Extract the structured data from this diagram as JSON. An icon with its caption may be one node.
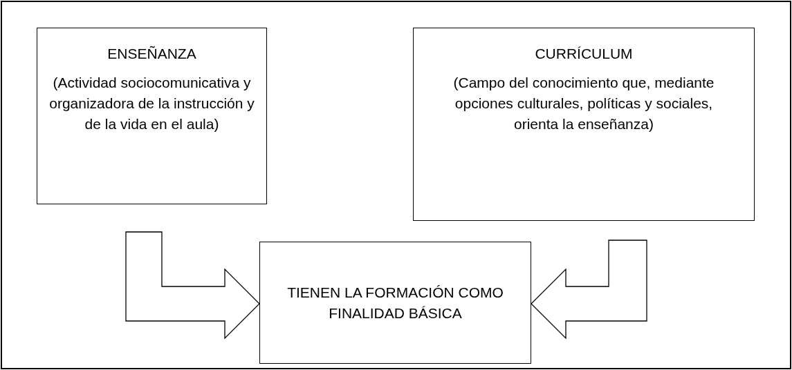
{
  "diagram": {
    "nodes": [
      {
        "text": [
          "ENSEÑANZA",
          "(Actividad sociocomunicativa y organizadora de la instrucción y de la vida en el aula)"
        ]
      },
      {
        "text": [
          "CURRÍCULUM",
          "(Campo del conocimiento que, mediante opciones culturales, políticas y sociales, orienta la enseñanza)"
        ]
      },
      {
        "text": [
          "TIENEN LA FORMACIÓN COMO FINALIDAD BÁSICA"
        ]
      }
    ],
    "edges": [
      {
        "from": 0,
        "to": 2,
        "arrow": "to"
      },
      {
        "from": 1,
        "to": 2,
        "arrow": "to"
      }
    ]
  }
}
